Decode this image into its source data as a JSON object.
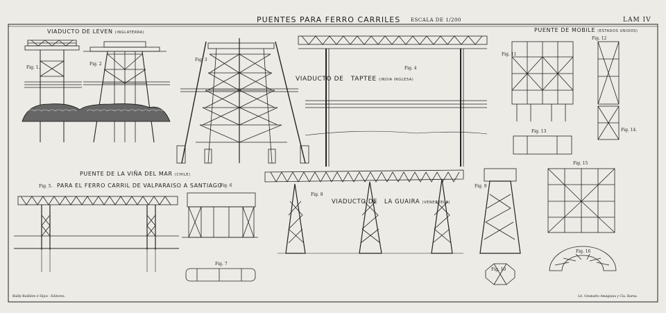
{
  "plate": {
    "title": "PUENTES PARA FERRO CARRILES",
    "scale": "ESCALA DE 1/200",
    "number": "LAM IV"
  },
  "captions": {
    "leven": "VIADUCTO DE LEVEN",
    "leven_country": "(INGLATERRA)",
    "taptee_a": "VIADUCTO DE",
    "taptee_b": "TAPTEE",
    "taptee_country": "(INDIA INGLESA)",
    "mobile": "PUENTE DE MOBILE",
    "mobile_country": "(ESTADOS UNIDOS)",
    "vina": "PUENTE DE LA VIÑA DEL MAR",
    "vina_country": "(CHILE)",
    "valparaiso": "PARA EL FERRO CARRIL DE VALPARAISO A SANTIAGO",
    "guaira_a": "VIADUCTO DE",
    "guaira_b": "LA GUAIRA",
    "guaira_country": "(VENEZUELA)"
  },
  "figures": [
    "Fig. 1.",
    "Fig. 2",
    "Fig. 3",
    "Fig. 4",
    "Fig. 5.",
    "Fig. 6",
    "Fig. 7",
    "Fig. 8",
    "Fig. 9",
    "Fig. 10",
    "Fig. 11",
    "Fig. 12",
    "Fig. 13",
    "Fig. 14.",
    "Fig. 15",
    "Fig. 16"
  ],
  "footer": {
    "left": "Bailly-Baillière é Hijos - Editores.",
    "right": "Lit. Gramatto Amagiana y Cía. Barna."
  }
}
